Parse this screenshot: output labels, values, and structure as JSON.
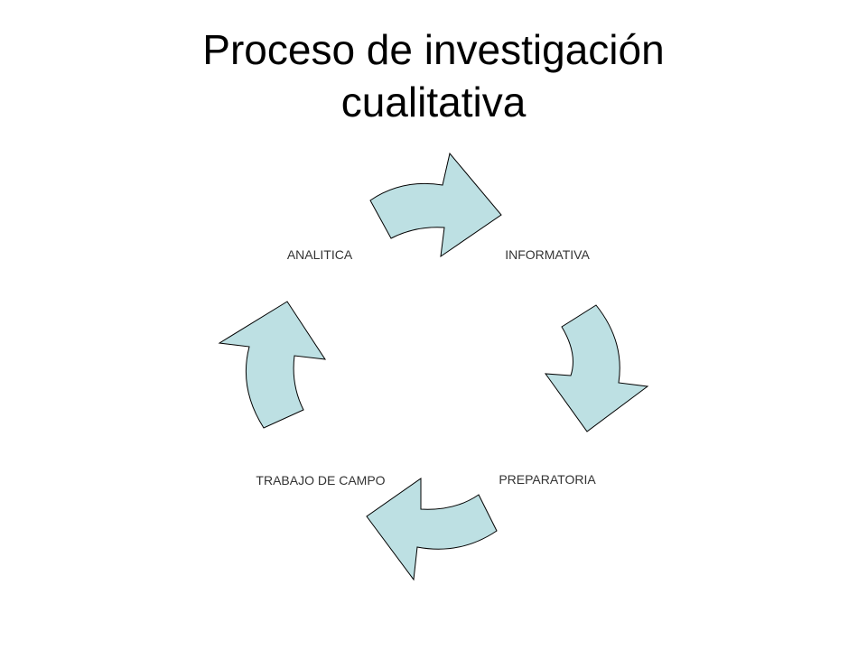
{
  "title": {
    "line1": "Proceso de investigación",
    "line2": "cualitativa"
  },
  "diagram": {
    "type": "cycle",
    "stages": [
      "INFORMATIVA",
      "PREPARATORIA",
      "TRABAJO DE CAMPO",
      "ANALITICA"
    ],
    "arrow_color": "#bde0e3",
    "outline_color": "#000000"
  }
}
